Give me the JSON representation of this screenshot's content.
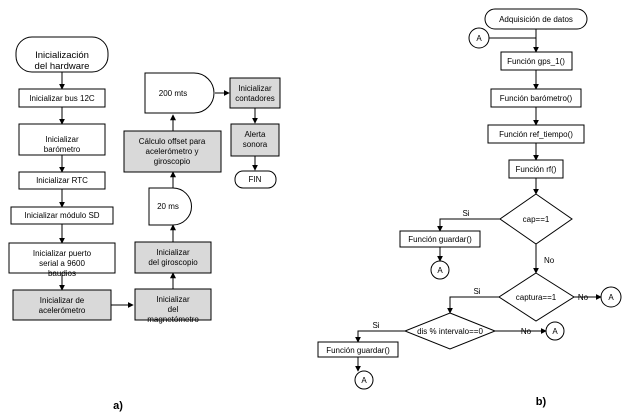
{
  "diagram_a": {
    "caption": "a)",
    "nodes": {
      "init_hw": "Inicialización del hardware",
      "bus": "Inicializar bus 12C",
      "baro": "Inicializar barómetro",
      "rtc": "Inicializar RTC",
      "sd": "Inicializar módulo SD",
      "serial": "Inicializar puerto serial a 9600 baudios",
      "accel": "Inicializar de acelerómetro",
      "magn": "Inicializar del magnetómetro",
      "gyro": "Inicializar del giroscopio",
      "delay20": "20 ms",
      "offset": "Cálculo offset para acelerómetro y giroscopio",
      "delay200": "200 mts",
      "counters": "Inicializar contadores",
      "alert": "Alerta sonora",
      "end": "FIN"
    }
  },
  "diagram_b": {
    "caption": "b)",
    "nodes": {
      "start": "Adquisición de datos",
      "gps": "Función gps_1()",
      "barometro": "Función barómetro()",
      "reftiempo": "Función ref_tiempo()",
      "rf": "Función rf()",
      "cap": "cap==1",
      "guardar1": "Función guardar()",
      "captura": "captura==1",
      "dis": "dis % intervalo==0",
      "guardar2": "Función guardar()"
    },
    "connector_label": "A",
    "labels": {
      "yes": "Si",
      "no": "No"
    }
  },
  "colors": {
    "plain_fill": "#ffffff",
    "shaded_fill": "#d9d9d9",
    "stroke": "#000000"
  }
}
